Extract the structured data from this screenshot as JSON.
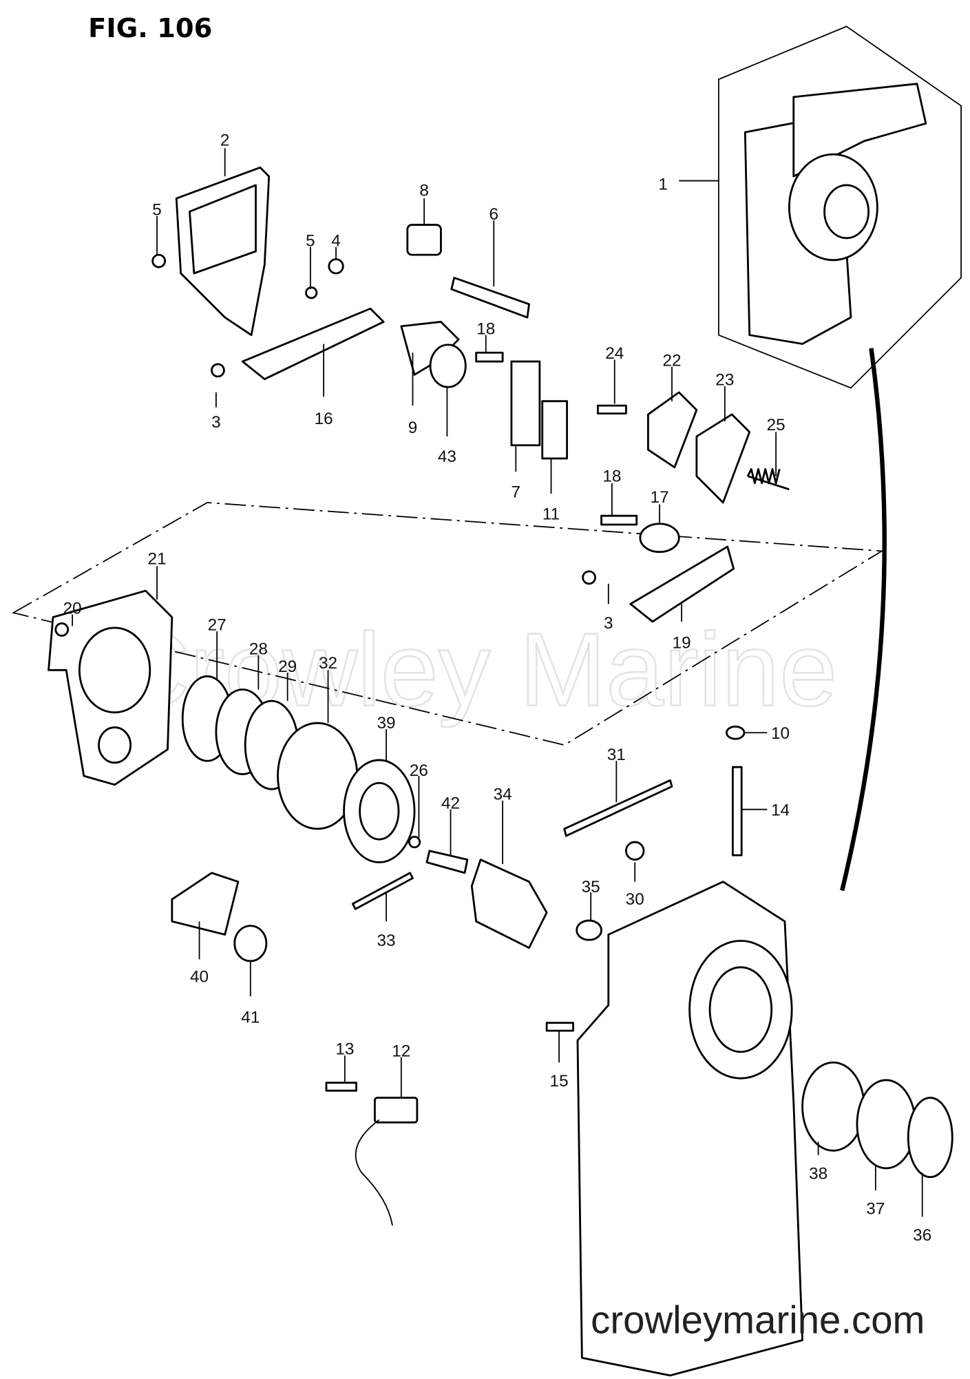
{
  "figure_title": "FIG. 106",
  "watermark": "Crowley Marine",
  "site": "crowleymarine.com",
  "callouts": [
    "1",
    "2",
    "5",
    "5",
    "4",
    "8",
    "6",
    "18",
    "24",
    "22",
    "23",
    "25",
    "3",
    "16",
    "9",
    "43",
    "7",
    "11",
    "18",
    "17",
    "3",
    "19",
    "21",
    "20",
    "27",
    "28",
    "29",
    "32",
    "39",
    "26",
    "42",
    "34",
    "31",
    "10",
    "14",
    "30",
    "35",
    "33",
    "40",
    "41",
    "13",
    "12",
    "15",
    "38",
    "37",
    "36"
  ]
}
